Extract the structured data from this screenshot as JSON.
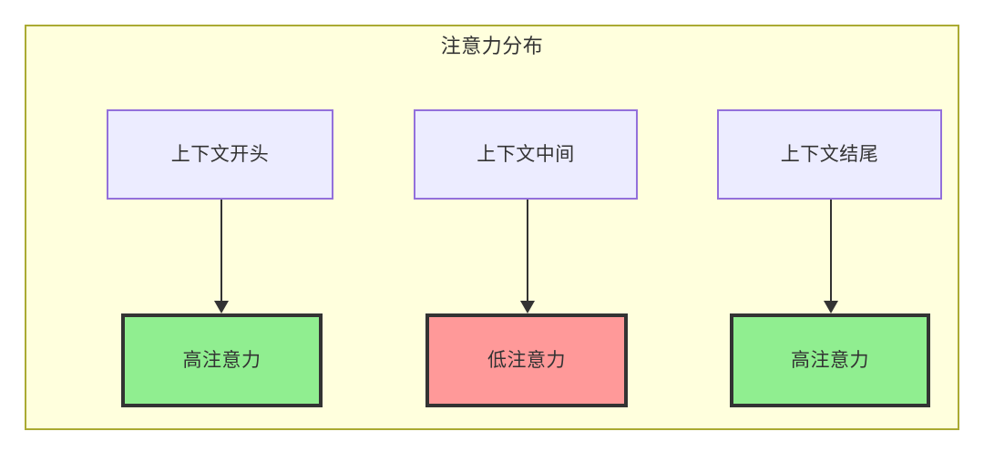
{
  "diagram": {
    "title": "注意力分布",
    "background_color": "#ffffff",
    "container": {
      "fill": "#ffffdd",
      "stroke": "#aaaa33"
    },
    "palette": {
      "context_fill": "#ececff",
      "context_stroke": "#9370db",
      "high_attention_fill": "#90ee90",
      "low_attention_fill": "#ff9999",
      "node_stroke": "#333333",
      "text_color": "#333333",
      "edge_color": "#333333"
    },
    "columns": [
      {
        "source": {
          "label": "上下文开头",
          "type": "context"
        },
        "target": {
          "label": "高注意力",
          "type": "high"
        },
        "edge": {
          "type": "arrow",
          "direction": "down"
        }
      },
      {
        "source": {
          "label": "上下文中间",
          "type": "context"
        },
        "target": {
          "label": "低注意力",
          "type": "low"
        },
        "edge": {
          "type": "arrow",
          "direction": "down"
        }
      },
      {
        "source": {
          "label": "上下文结尾",
          "type": "context"
        },
        "target": {
          "label": "高注意力",
          "type": "high"
        },
        "edge": {
          "type": "arrow",
          "direction": "down"
        }
      }
    ]
  }
}
